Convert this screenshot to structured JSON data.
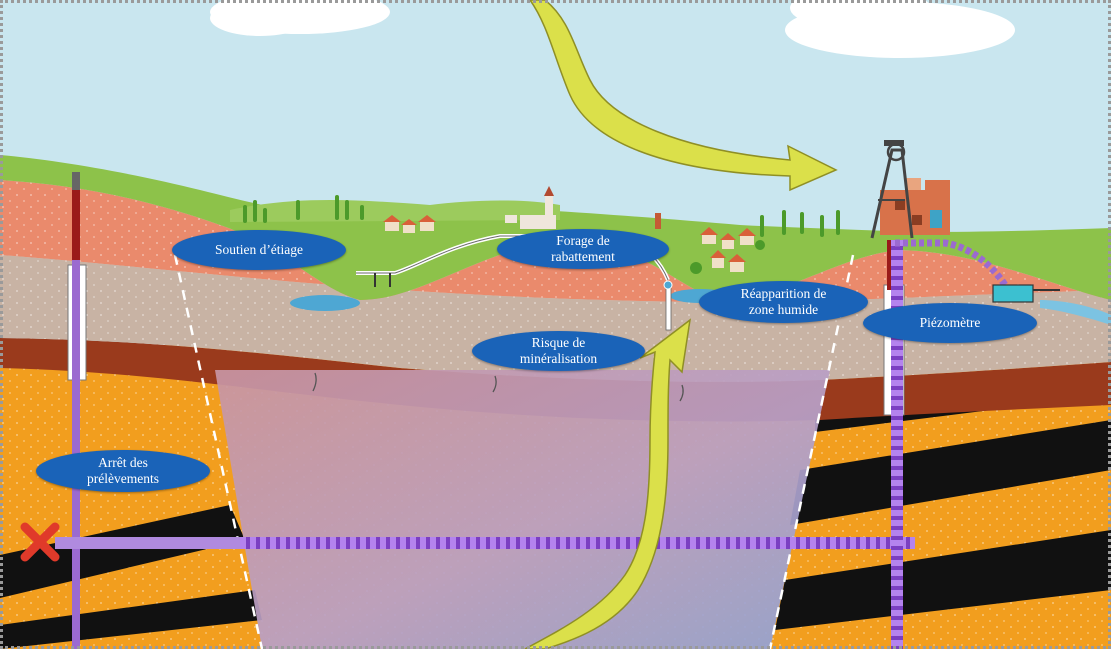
{
  "labels": {
    "soutien": "Soutien d’étiage",
    "forage": "Forage de\nrabattement",
    "reapparition": "Réapparition de\nzone humide",
    "risque": "Risque de\nminéralisation",
    "piezometre": "Piézomètre",
    "arret": "Arrêt des\nprélèvements"
  },
  "colors": {
    "sky": "#c9e6ef",
    "grass": "#8dc24a",
    "topsoil": "#e8896a",
    "grey_layer": "#c7b7a9",
    "dark_band": "#9a3a1c",
    "orange_aquifer": "#f29e1e",
    "coal_seam": "#111111",
    "excavation": "#c79aa6",
    "water": "#4ea7d3",
    "pipe_purple": "#9b6ad0",
    "arrow_yellow": "#dbe04a",
    "label_blue": "#1a63b8",
    "cross_red": "#e03a2a"
  },
  "icons": {
    "headframe": "mine-headframe-icon",
    "cross": "red-x-icon",
    "village": "village-icon",
    "trees": "tree-icon"
  }
}
